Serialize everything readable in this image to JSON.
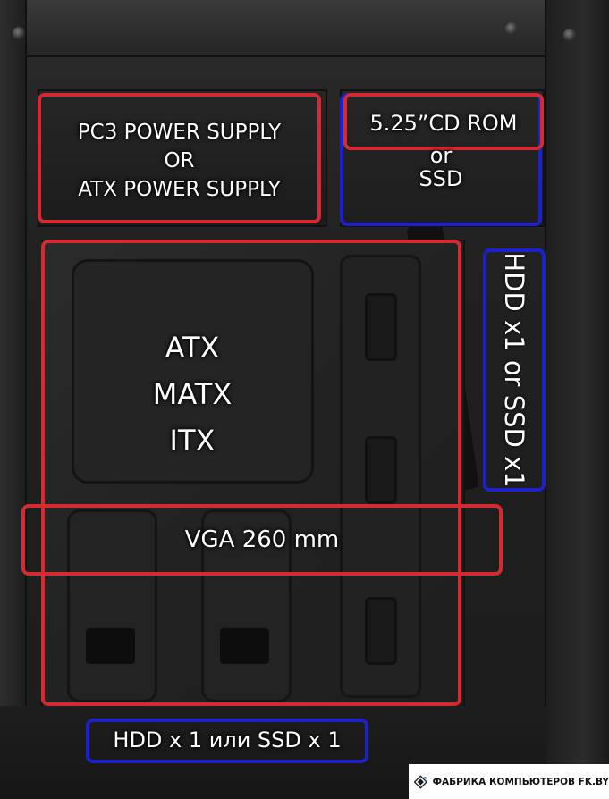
{
  "labels": {
    "psu": [
      "PC3 POWER SUPPLY",
      "OR",
      "ATX POWER SUPPLY"
    ],
    "cdrom": "5.25”CD ROM",
    "or": "or",
    "ssd": "SSD",
    "board": [
      "ATX",
      "MATX",
      "ITX"
    ],
    "vga": "VGA 260 mm",
    "hdd_side": "HDD x1 or SSD x1",
    "hdd_bottom": "HDD x 1 или SSD x 1"
  },
  "watermark": {
    "text": "ФАБРИКА КОМПЬЮТЕРОВ FK.BY",
    "icon": "fk-diamond-logo-icon"
  },
  "colors": {
    "red_box": "#d42a32",
    "blue_box": "#1c22c8",
    "label_text": "#ffffff"
  }
}
